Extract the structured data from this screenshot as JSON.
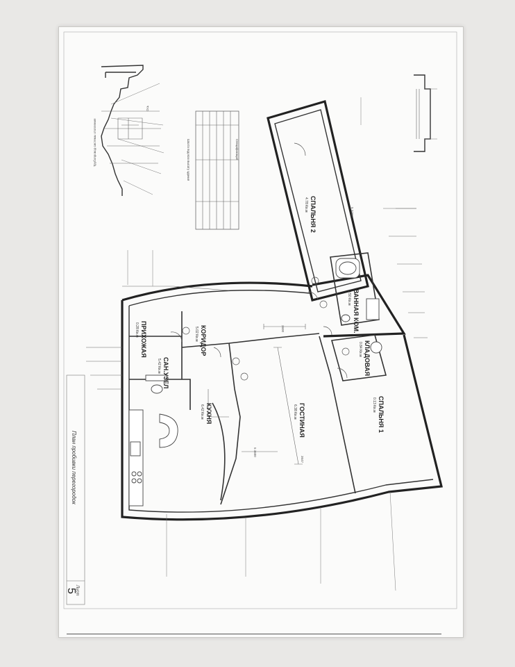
{
  "drawing": {
    "title": "План пробивки перегородок",
    "sheet_label": "Лист",
    "sheet_number": "5"
  },
  "rooms": [
    {
      "id": "spalnya2",
      "name": "СПАЛЬНЯ 2",
      "area": "4.78 Кв.м"
    },
    {
      "id": "vannaya",
      "name": "ВАННАЯ КОМ.",
      "area": "0.50 Кв.м"
    },
    {
      "id": "prikhozhaya",
      "name": "ПРИХОЖАЯ",
      "area": "0.28 Кв.м"
    },
    {
      "id": "koridor",
      "name": "КОРИДОР",
      "area": "5.02 Кв.м"
    },
    {
      "id": "sanuzel",
      "name": "САН.УЗЕЛ",
      "area": "5.42 Кв.м"
    },
    {
      "id": "kukhnya",
      "name": "КУХНЯ",
      "area": "6.42 Кв.м"
    },
    {
      "id": "gostinaya",
      "name": "ГОСТИНАЯ",
      "area": "6.38 Кв.м"
    },
    {
      "id": "kladovaya",
      "name": "КЛАДОВАЯ",
      "area": "0.84 Кв.м"
    },
    {
      "id": "spalnya1",
      "name": "СПАЛЬНЯ 1",
      "area": "0.13 Кв.м"
    }
  ],
  "dimensions": [
    "5 3600",
    "3647",
    "5 3466",
    "3600"
  ],
  "annotations": {
    "table_header": "Спецификация",
    "table_caption": "Шахта под всю высоту здания"
  },
  "colors": {
    "paper": "#fbfbfa",
    "background": "#e9e8e6",
    "wall": "#222222"
  }
}
